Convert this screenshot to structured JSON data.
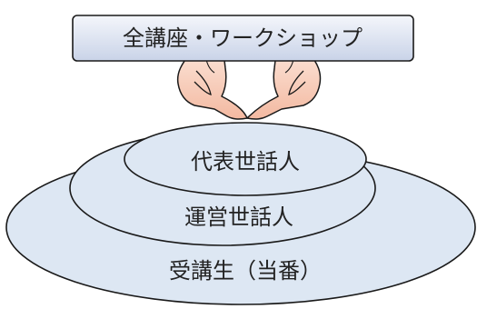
{
  "diagram": {
    "top_box_label": "全講座・ワークショップ",
    "inner_ring_label": "代表世話人",
    "middle_ring_label": "運営世話人",
    "outer_ring_label": "受講生（当番）"
  },
  "colors": {
    "ellipse_fill": "#dde7f3",
    "box_fill_top": "#f4f6fb",
    "box_fill_bottom": "#c9d3e8",
    "hand_fill": "#f8d0be",
    "stroke": "#1a1a1a"
  },
  "icons": {
    "hands": "supporting-hands-icon"
  }
}
